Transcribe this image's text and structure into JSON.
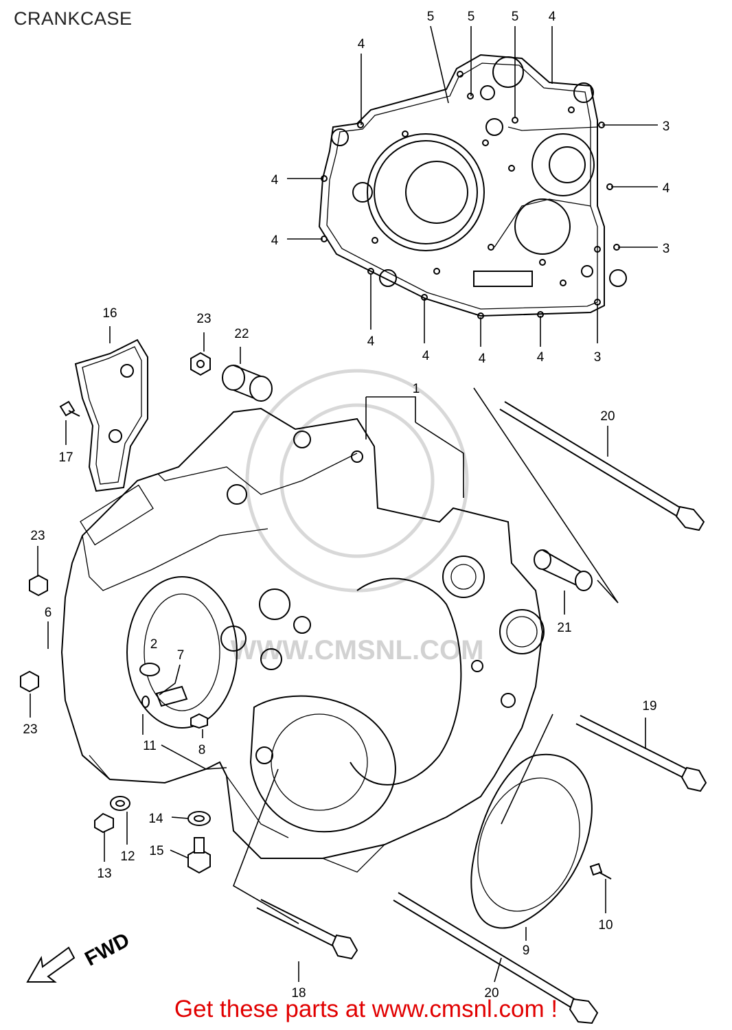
{
  "title": "CRANKCASE",
  "footer": "Get these parts at www.cmsnl.com !",
  "watermark": "WWW.CMSNL.COM",
  "fwd_label": "FWD",
  "colors": {
    "footer": "#e10000",
    "ink": "#000000",
    "watermark": "#d2d2d2"
  },
  "callouts": [
    {
      "id": "c5a",
      "text": "5"
    },
    {
      "id": "c5b",
      "text": "5"
    },
    {
      "id": "c5c",
      "text": "5"
    },
    {
      "id": "c4top",
      "text": "4"
    },
    {
      "id": "c4a",
      "text": "4"
    },
    {
      "id": "c3a",
      "text": "3"
    },
    {
      "id": "c4b",
      "text": "4"
    },
    {
      "id": "c4r",
      "text": "4"
    },
    {
      "id": "c4c",
      "text": "4"
    },
    {
      "id": "c3b",
      "text": "3"
    },
    {
      "id": "c4d",
      "text": "4"
    },
    {
      "id": "c4e",
      "text": "4"
    },
    {
      "id": "c4f",
      "text": "4"
    },
    {
      "id": "c4g",
      "text": "4"
    },
    {
      "id": "c3c",
      "text": "3"
    },
    {
      "id": "c16",
      "text": "16"
    },
    {
      "id": "c23a",
      "text": "23"
    },
    {
      "id": "c22",
      "text": "22"
    },
    {
      "id": "c1",
      "text": "1"
    },
    {
      "id": "c20a",
      "text": "20"
    },
    {
      "id": "c17",
      "text": "17"
    },
    {
      "id": "c23b",
      "text": "23"
    },
    {
      "id": "c6",
      "text": "6"
    },
    {
      "id": "c21",
      "text": "21"
    },
    {
      "id": "c2",
      "text": "2"
    },
    {
      "id": "c7",
      "text": "7"
    },
    {
      "id": "c23c",
      "text": "23"
    },
    {
      "id": "c19",
      "text": "19"
    },
    {
      "id": "c11",
      "text": "11"
    },
    {
      "id": "c8",
      "text": "8"
    },
    {
      "id": "c14",
      "text": "14"
    },
    {
      "id": "c12",
      "text": "12"
    },
    {
      "id": "c15",
      "text": "15"
    },
    {
      "id": "c13",
      "text": "13"
    },
    {
      "id": "c10",
      "text": "10"
    },
    {
      "id": "c9",
      "text": "9"
    },
    {
      "id": "c18",
      "text": "18"
    },
    {
      "id": "c20b",
      "text": "20"
    }
  ]
}
